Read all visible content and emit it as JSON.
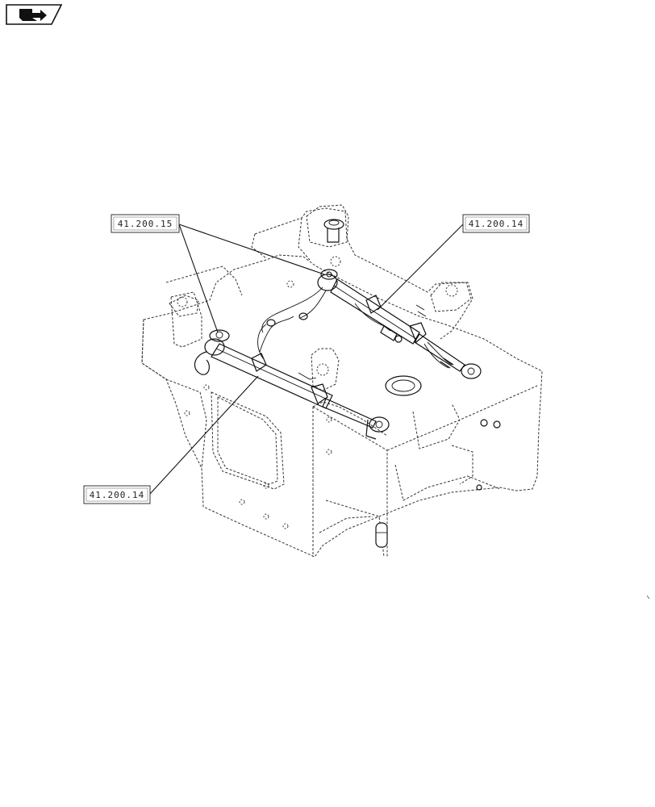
{
  "nav_icon": "book-arrow-icon",
  "callouts": {
    "top_left": "41.200.15",
    "top_right": "41.200.14",
    "bottom_left": "41.200.14"
  }
}
